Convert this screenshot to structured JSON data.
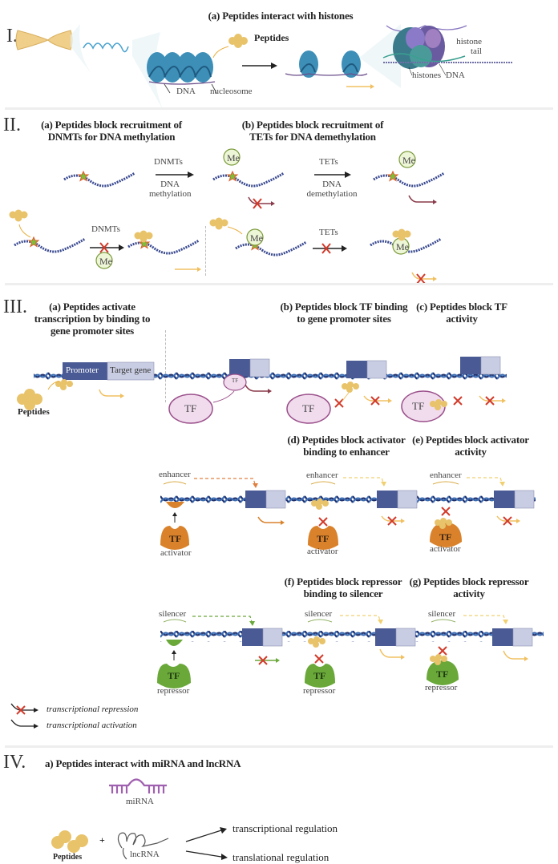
{
  "section1": {
    "roman": "I.",
    "title": "(a) Peptides interact with histones",
    "labels": {
      "peptides": "Peptides",
      "dna": "DNA",
      "nucleosome": "nucleosome",
      "histone_tail": "histone tail",
      "histones": "histones",
      "dna2": "DNA"
    }
  },
  "section2": {
    "roman": "II.",
    "panel_a_title": "(a) Peptides block recruitment of DNMTs for DNA methylation",
    "panel_b_title": "(b) Peptides block recruitment of TETs for DNA demethylation",
    "labels": {
      "dnmts": "DNMTs",
      "dna_methylation": "DNA methylation",
      "tets": "TETs",
      "dna_demethylation": "DNA demethylation",
      "me": "Me"
    }
  },
  "section3": {
    "roman": "III.",
    "panels": {
      "a": "(a) Peptides activate transcription by binding to gene promoter sites",
      "b": "(b) Peptides block TF binding to gene promoter sites",
      "c": "(c) Peptides block TF activity",
      "d": "(d) Peptides block activator binding to enhancer",
      "e": "(e) Peptides block activator activity",
      "f": "(f) Peptides block repressor binding to silencer",
      "g": "(g) Peptides block repressor activity"
    },
    "labels": {
      "promoter": "Promoter",
      "target_gene": "Target gene",
      "peptides": "Peptides",
      "tf": "TF",
      "tf_small": "TF",
      "enhancer": "enhancer",
      "activator": "activator",
      "silencer": "silencer",
      "repressor": "repressor"
    },
    "legend": [
      {
        "label": "transcriptional repression"
      },
      {
        "label": "transcriptional activation"
      }
    ]
  },
  "section4": {
    "roman": "IV.",
    "title": "a) Peptides interact with miRNA and lncRNA",
    "labels": {
      "mirna": "miRNA",
      "lncrna": "lncRNA",
      "peptides": "Peptides",
      "plus": "+",
      "transcriptional": "transcriptional regulation",
      "translational": "translational regulation"
    }
  },
  "colors": {
    "dna_dark": "#1f2f6b",
    "dna_light": "#5b6fb0",
    "nucleosome": "#3d8fb8",
    "peptide": "#e8c36a",
    "peptide_edge": "#c9a24a",
    "me_fill": "#eef6d8",
    "me_edge": "#7a9a3a",
    "tf_pink": "#f1dcee",
    "tf_pink_edge": "#9a4f8a",
    "activator": "#d9822b",
    "repressor": "#6aa83a",
    "promoter": "#4a5a94",
    "target": "#c9cde3",
    "x_red": "#d23a2a",
    "arrow_yellow": "#f0c060",
    "arrow_maroon": "#8a3a4a",
    "mirna": "#a060b0"
  }
}
